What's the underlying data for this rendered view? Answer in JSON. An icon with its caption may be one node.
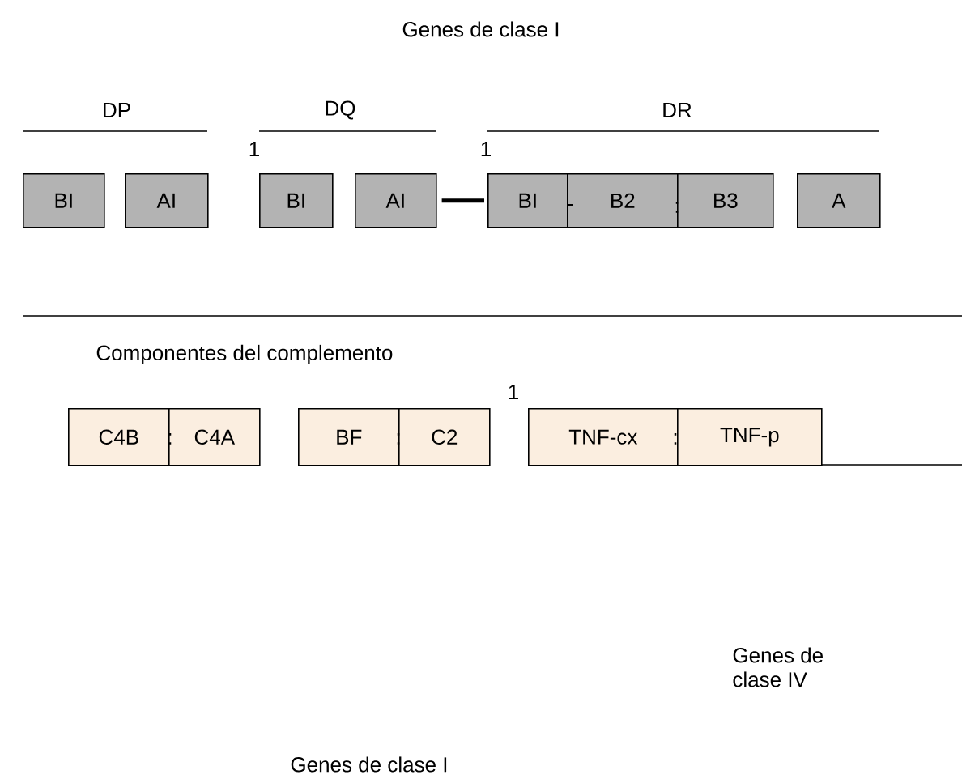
{
  "diagram": {
    "title": "Genes de clase I",
    "nodes": [
      {
        "text": [
          "BI"
        ]
      },
      {
        "text": [
          "AI"
        ]
      },
      {
        "text": [
          "BI"
        ]
      },
      {
        "text": [
          "AI"
        ]
      },
      {
        "text": [
          "BI"
        ]
      },
      {
        "text": [
          "B2"
        ]
      },
      {
        "text": [
          "B3"
        ]
      },
      {
        "text": [
          "A"
        ]
      },
      {
        "text": [
          "C4B"
        ]
      },
      {
        "text": [
          "C4A"
        ]
      },
      {
        "text": [
          "BF"
        ]
      },
      {
        "text": [
          "C2"
        ]
      },
      {
        "text": [
          "TNF-cx"
        ]
      },
      {
        "text": [
          "TNF-p"
        ]
      }
    ],
    "edges": [
      {
        "from": 3,
        "to": 4,
        "arrow": "none"
      }
    ],
    "labels": [
      "DP",
      "DQ",
      "DR",
      "1",
      "1",
      "-",
      ":",
      "Componentes del complemento",
      "1",
      ":",
      ":",
      ":",
      "Genes de clase IV",
      "Genes de clase I"
    ]
  }
}
